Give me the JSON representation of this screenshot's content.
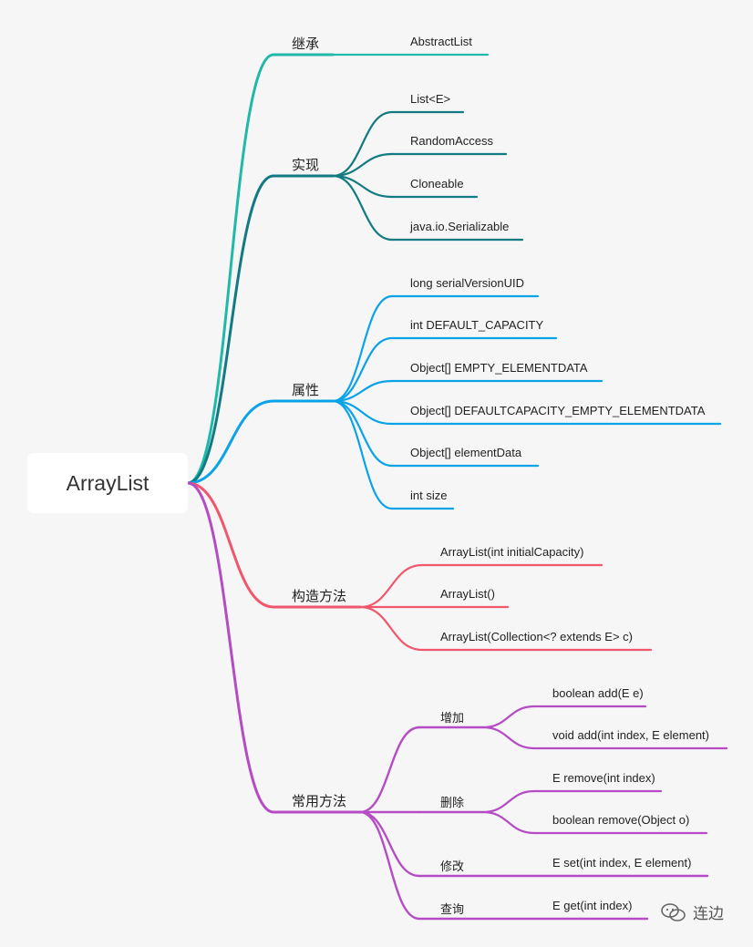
{
  "root": "ArrayList",
  "branches": [
    {
      "key": "inherit",
      "label": "继承",
      "color": "#20b8a8",
      "leaves": [
        "AbstractList"
      ]
    },
    {
      "key": "impl",
      "label": "实现",
      "color": "#127a82",
      "leaves": [
        "List<E>",
        "RandomAccess",
        "Cloneable",
        "java.io.Serializable"
      ]
    },
    {
      "key": "fields",
      "label": "属性",
      "color": "#0aa3e8",
      "leaves": [
        "long serialVersionUID",
        "int DEFAULT_CAPACITY",
        "Object[] EMPTY_ELEMENTDATA",
        "Object[] DEFAULTCAPACITY_EMPTY_ELEMENTDATA",
        "Object[] elementData",
        "int size"
      ]
    },
    {
      "key": "ctors",
      "label": "构造方法",
      "color": "#f0566c",
      "leaves": [
        "ArrayList(int initialCapacity)",
        "ArrayList()",
        "ArrayList(Collection<? extends E> c)"
      ]
    },
    {
      "key": "methods",
      "label": "常用方法",
      "color": "#b54cc4",
      "subs": [
        {
          "label": "增加",
          "leaves": [
            "boolean add(E e)",
            "void add(int index, E element)"
          ]
        },
        {
          "label": "删除",
          "leaves": [
            "E remove(int index)",
            "boolean remove(Object o)"
          ]
        },
        {
          "label": "修改",
          "leaves": [
            "E set(int index, E element)"
          ]
        },
        {
          "label": "查询",
          "leaves": [
            "E get(int index)"
          ]
        }
      ]
    }
  ],
  "watermark": "连边"
}
